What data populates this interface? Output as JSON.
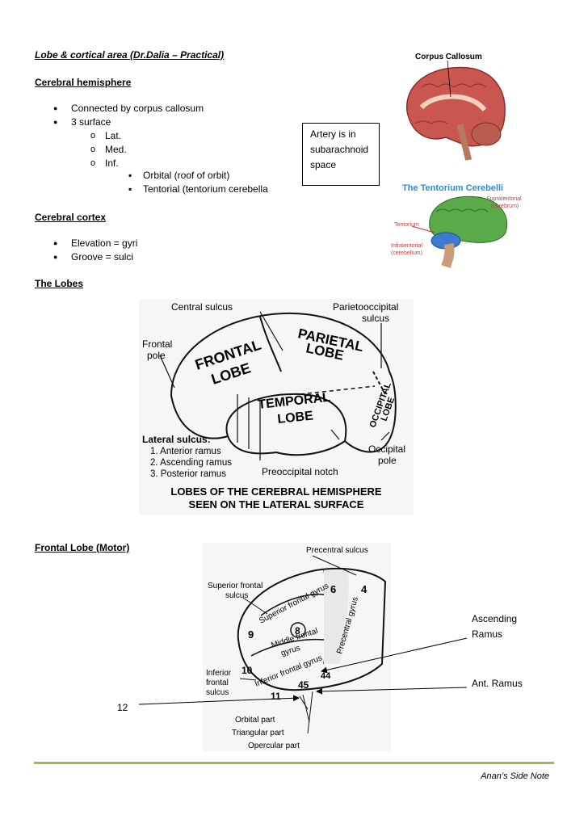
{
  "doc": {
    "title": "Lobe & cortical area (Dr.Dalia – Practical)",
    "cerebral_hemisphere": {
      "heading": "Cerebral hemisphere",
      "bullets": [
        "Connected by corpus callosum",
        "3 surface"
      ],
      "surfaces": [
        "Lat.",
        "Med.",
        "Inf."
      ],
      "inf_sub": [
        "Orbital (roof of orbit)",
        "Tentorial (tentorium cerebella"
      ]
    },
    "artery_note": [
      "Artery is in",
      "subarachnoid",
      "space"
    ],
    "cerebral_cortex": {
      "heading": "Cerebral cortex",
      "bullets": [
        "Elevation = gyri",
        "Groove = sulci"
      ]
    },
    "lobes_heading": "The Lobes",
    "frontal_heading": "Frontal Lobe (Motor)",
    "annotations": {
      "ascending": [
        "Ascending",
        "Ramus"
      ],
      "ant_ramus": "Ant. Ramus",
      "twelve": "12"
    },
    "footer": "Anan’s Side Note"
  },
  "fig_corpus": {
    "label": "Corpus Callosum"
  },
  "fig_tentorium": {
    "title": "The Tentorium Cerebelli",
    "supra": [
      "Supratentorial",
      "(cerebrum)"
    ],
    "tentorium": "Tentorium",
    "infra": [
      "Infratentorial",
      "(cerebellum)"
    ]
  },
  "fig_lobes": {
    "central_sulcus": "Central sulcus",
    "parieto": [
      "Parietooccipital",
      "sulcus"
    ],
    "frontal_pole": [
      "Frontal",
      "pole"
    ],
    "frontal_lobe": [
      "FRONTAL",
      "LOBE"
    ],
    "parietal_lobe": [
      "PARIETAL",
      "LOBE"
    ],
    "temporal_lobe": [
      "TEMPORAL",
      "LOBE"
    ],
    "occipital_lobe": [
      "OCCIPITAL",
      "LOBE"
    ],
    "lateral_sulcus": "Lateral sulcus:",
    "rami": [
      "1. Anterior ramus",
      "2. Ascending ramus",
      "3. Posterior ramus"
    ],
    "preoccipital": "Preoccipital notch",
    "occipital_pole": [
      "Occipital",
      "pole"
    ],
    "caption": [
      "LOBES OF THE CEREBRAL HEMISPHERE",
      "SEEN ON THE LATERAL SURFACE"
    ]
  },
  "fig_frontal": {
    "precentral_sulcus": "Precentral sulcus",
    "sup_frontal_sulcus": [
      "Superior frontal",
      "sulcus"
    ],
    "sup_frontal_gyrus": "Superior frontal gyrus",
    "middle_frontal": [
      "Middle frontal",
      "gyrus"
    ],
    "inferior_frontal_gyrus": "Inferior frontal gyrus",
    "precentral_gyrus": "Precentral gyrus",
    "inf_frontal_sulcus": [
      "Inferior",
      "frontal",
      "sulcus"
    ],
    "areas": [
      "6",
      "4",
      "8",
      "9",
      "10",
      "45",
      "44",
      "11"
    ],
    "parts": [
      "Orbital part",
      "Triangular part",
      "Opercular part"
    ]
  }
}
